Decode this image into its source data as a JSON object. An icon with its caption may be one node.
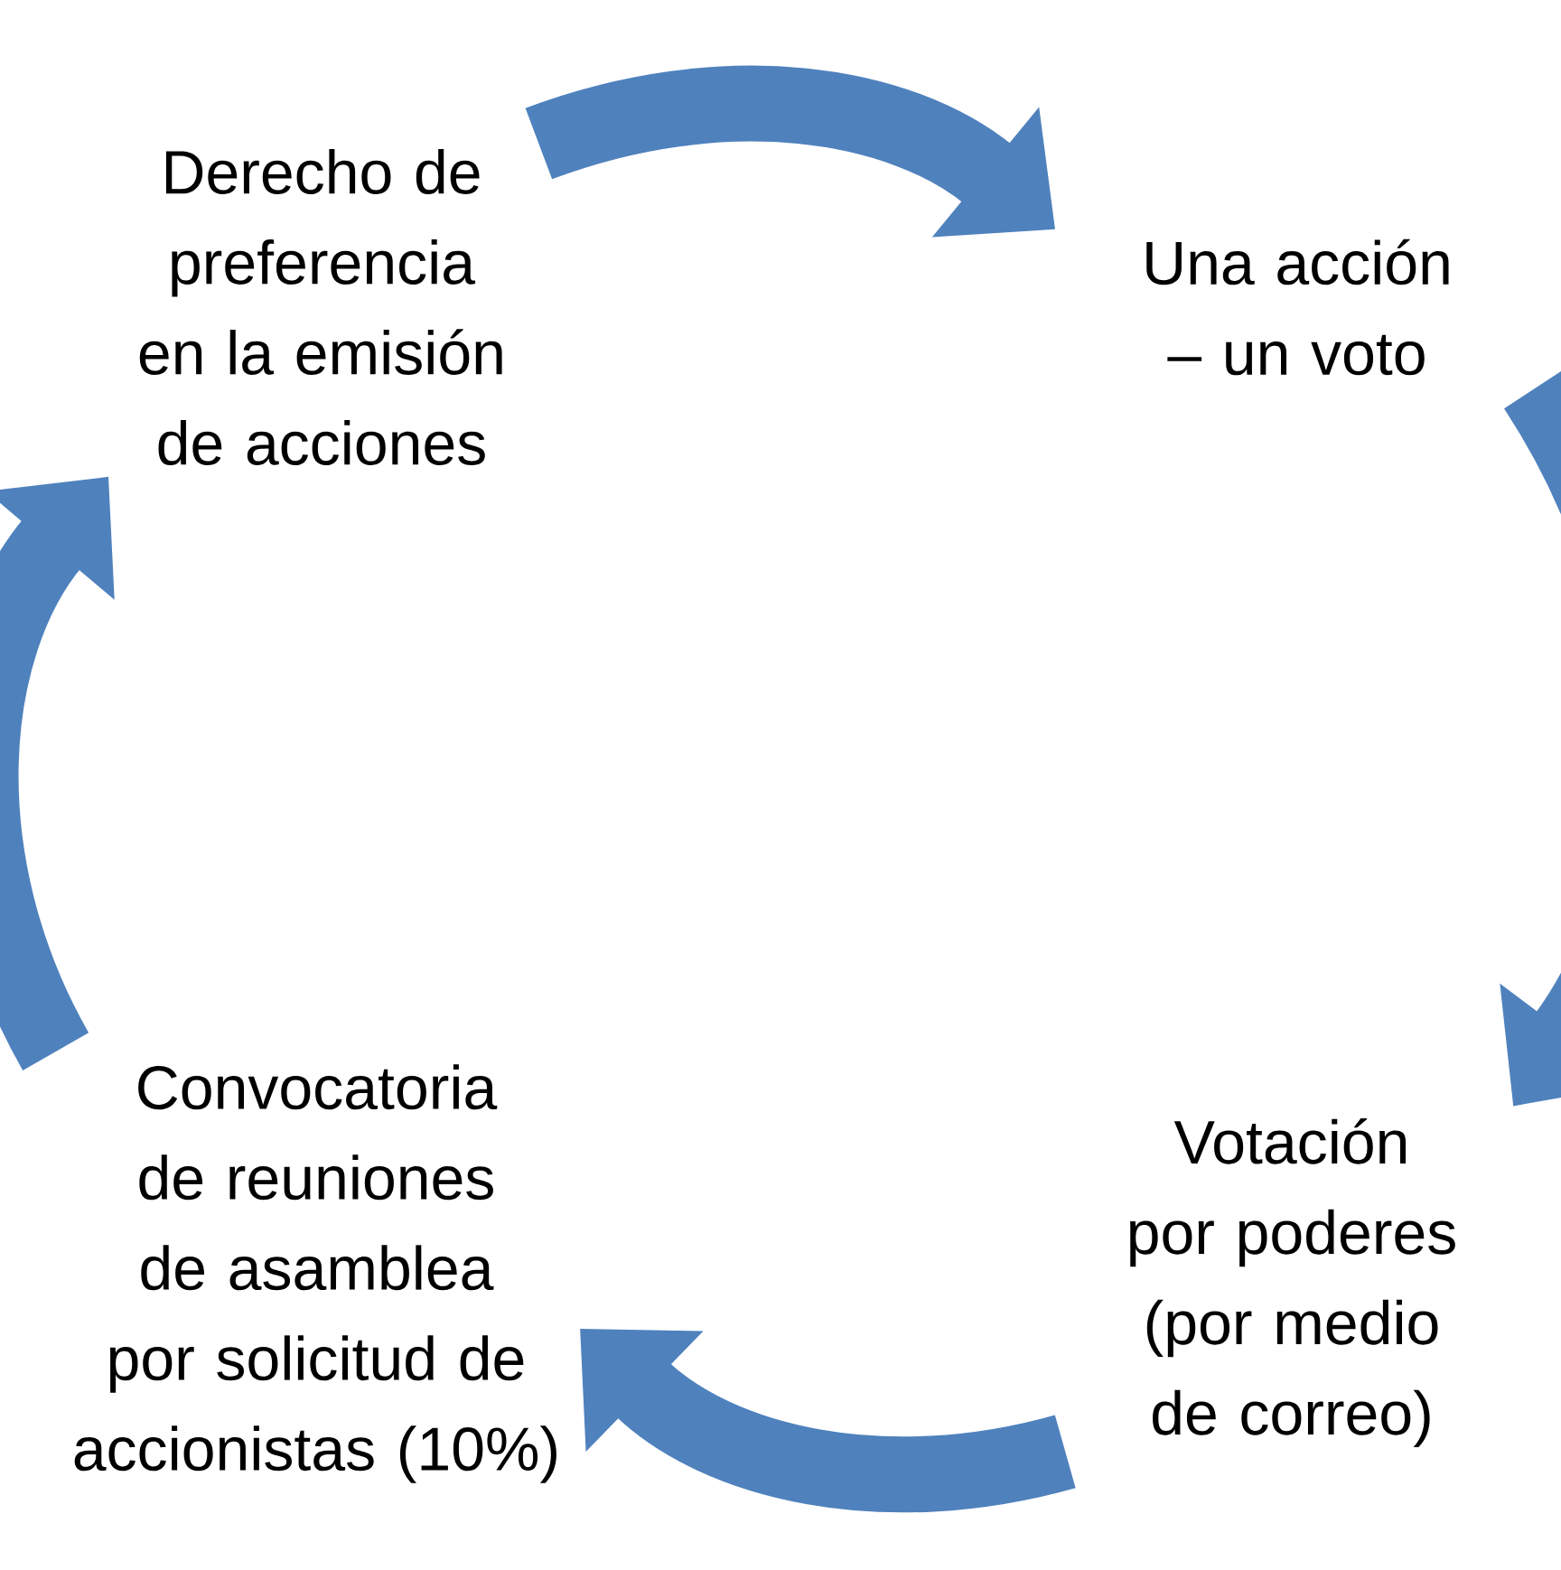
{
  "diagram": {
    "nodes": [
      {
        "text": [
          "Derecho de preferencia en la emisión de acciones"
        ]
      },
      {
        "text": [
          "Una acción – un voto"
        ]
      },
      {
        "text": [
          "Votación por poderes (por medio de correo)"
        ]
      },
      {
        "text": [
          "Convocatoria de reuniones de asamblea por solicitud de accionistas (10%)"
        ]
      }
    ],
    "edges": [
      {
        "from": 0,
        "to": 1,
        "arrow": "to"
      },
      {
        "from": 1,
        "to": 2,
        "arrow": "to"
      },
      {
        "from": 2,
        "to": 3,
        "arrow": "to"
      },
      {
        "from": 3,
        "to": 0,
        "arrow": "to"
      }
    ]
  }
}
